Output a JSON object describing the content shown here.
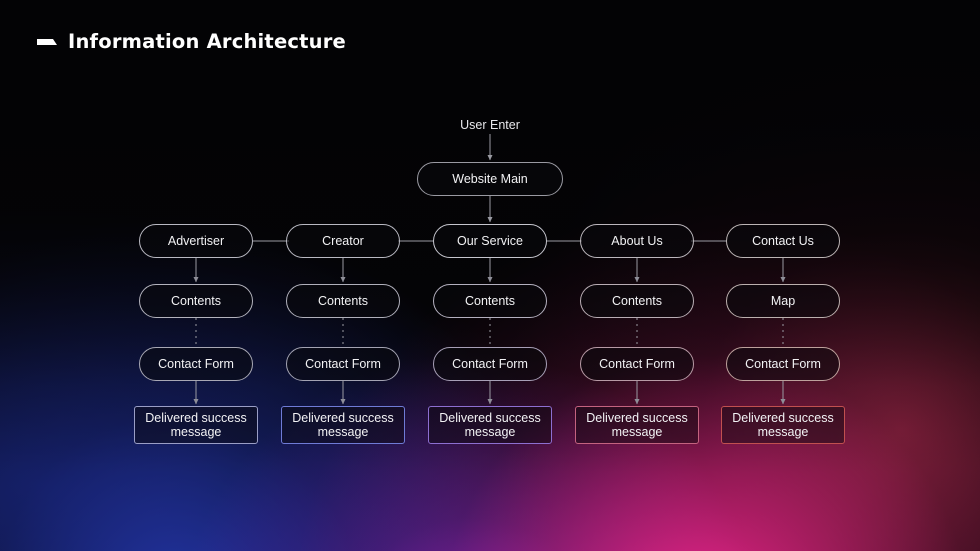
{
  "header": {
    "title": "Information Architecture",
    "icon": "flag-icon"
  },
  "diagram": {
    "entry_label": "User Enter",
    "root": {
      "label": "Website Main"
    },
    "columns": [
      {
        "accent": "#b9b9c2",
        "section": "Advertiser",
        "contents": "Contents",
        "form": "Contact Form",
        "result": "Delivered success message"
      },
      {
        "accent": "#6f7bd6",
        "section": "Creator",
        "contents": "Contents",
        "form": "Contact Form",
        "result": "Delivered success message"
      },
      {
        "accent": "#8d6fd1",
        "section": "Our Service",
        "contents": "Contents",
        "form": "Contact Form",
        "result": "Delivered success message"
      },
      {
        "accent": "#c4637f",
        "section": "About Us",
        "contents": "Contents",
        "form": "Contact Form",
        "result": "Delivered success message"
      },
      {
        "accent": "#c1504f",
        "section": "Contact Us",
        "contents": "Map",
        "form": "Contact Form",
        "result": "Delivered success message"
      }
    ]
  },
  "colors": {
    "page_background": "#050406",
    "node_border": "#9a9aa2",
    "text": "#f2f2f4",
    "title": "#ffffff"
  }
}
